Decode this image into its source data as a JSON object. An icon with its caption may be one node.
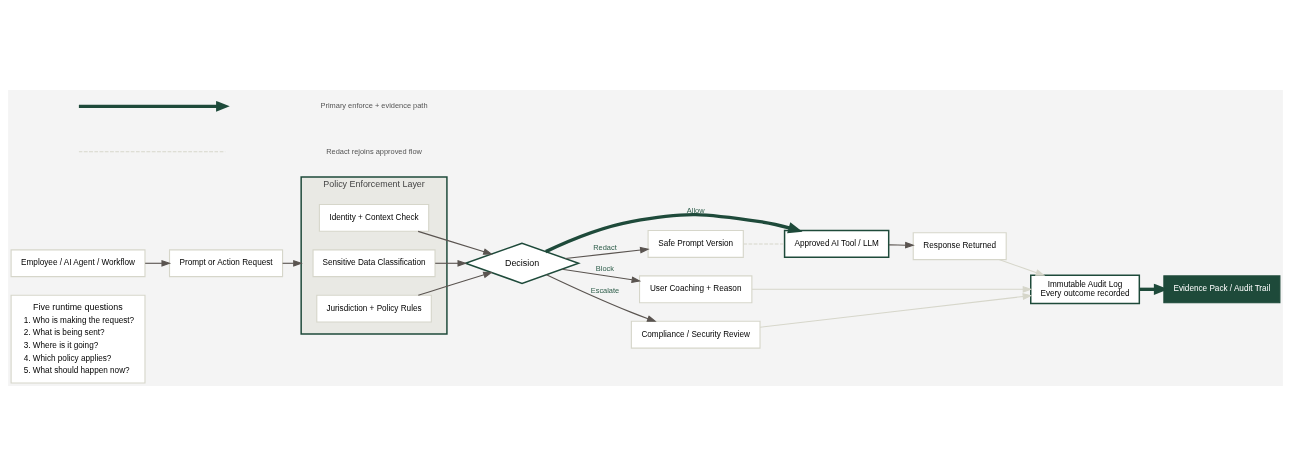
{
  "diagram": {
    "nodes": [
      {
        "text": [
          "Five runtime questions",
          "1. Who is making the request?",
          "2. What is being sent?",
          "3. Where is it going?",
          "4. Which policy applies?",
          "5. What should happen now?"
        ]
      },
      {
        "text": [
          "Employee / AI Agent / Workflow"
        ]
      },
      {
        "text": [
          "Prompt or Action Request"
        ]
      },
      {
        "text": [
          "Policy Enforcement Layer"
        ]
      },
      {
        "text": [
          "Identity + Context Check"
        ],
        "in": 3
      },
      {
        "text": [
          "Sensitive Data Classification"
        ],
        "in": 3
      },
      {
        "text": [
          "Jurisdiction + Policy Rules"
        ],
        "in": 3
      },
      {
        "text": [
          "Decision"
        ]
      },
      {
        "text": [
          "Approved AI Tool / LLM"
        ]
      },
      {
        "text": [
          "Response Returned"
        ]
      },
      {
        "text": [
          "Safe Prompt Version"
        ]
      },
      {
        "text": [
          "User Coaching + Reason"
        ]
      },
      {
        "text": [
          "Compliance / Security Review"
        ]
      },
      {
        "text": [
          "Immutable Audit Log",
          "Every outcome recorded"
        ]
      },
      {
        "text": [
          "Evidence Pack / Audit Trail"
        ]
      }
    ],
    "edges": [
      {
        "from": 1,
        "to": 2,
        "arrow": "to"
      },
      {
        "from": 2,
        "to": 3,
        "arrow": "to"
      },
      {
        "from": 4,
        "to": 7,
        "arrow": "to"
      },
      {
        "from": 5,
        "to": 7,
        "arrow": "to"
      },
      {
        "from": 6,
        "to": 7,
        "arrow": "to"
      },
      {
        "from": 7,
        "to": 8,
        "arrow": "to",
        "label": "Allow",
        "style": "thick",
        "color": "#1e4a3a"
      },
      {
        "from": 7,
        "to": 11,
        "arrow": "to",
        "label": "Block"
      },
      {
        "from": 7,
        "to": 10,
        "arrow": "to",
        "label": "Redact"
      },
      {
        "from": 10,
        "to": 8,
        "arrow": "none",
        "style": "dashed",
        "color": "#d6d6ca"
      },
      {
        "from": 7,
        "to": 12,
        "arrow": "to",
        "label": "Escalate"
      },
      {
        "from": 8,
        "to": 9,
        "arrow": "to"
      },
      {
        "from": 12,
        "to": 13,
        "arrow": "to",
        "color": "#d6d6ca"
      },
      {
        "from": 11,
        "to": 13,
        "arrow": "to",
        "color": "#d6d6ca"
      },
      {
        "from": 9,
        "to": 13,
        "arrow": "to",
        "color": "#d6d6ca"
      },
      {
        "from": 13,
        "to": 14,
        "arrow": "to",
        "style": "thick",
        "color": "#1e4a3a"
      }
    ],
    "legend": [
      {
        "text": "Primary enforce + evidence path"
      },
      {
        "text": "Redact rejoins approved flow"
      }
    ]
  }
}
